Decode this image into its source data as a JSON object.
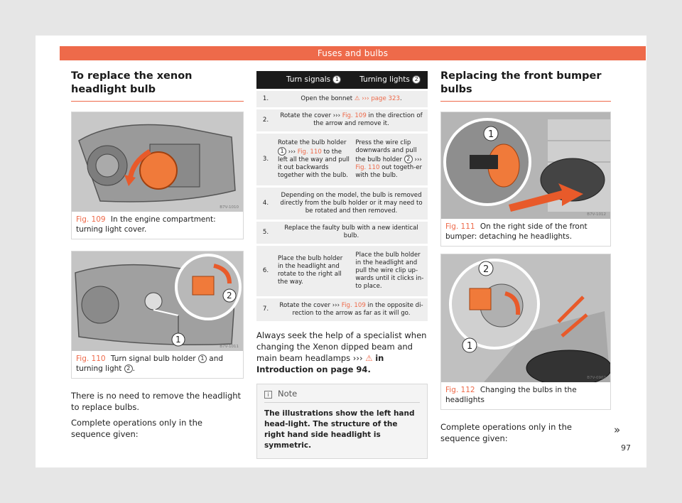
{
  "header": {
    "title": "Fuses and bulbs"
  },
  "left": {
    "heading": "To replace the xenon headlight bulb",
    "fig109": {
      "num": "Fig. 109",
      "caption": "In the engine compartment: turning light cover.",
      "code": "B7V-1010"
    },
    "fig110": {
      "num": "Fig. 110",
      "caption_a": "Turn signal bulb holder",
      "marker1": "1",
      "caption_b": "and turning light",
      "marker2": "2",
      "caption_c": ".",
      "code": "B7V-1011",
      "label1": "1",
      "label2": "2"
    },
    "para1": "There is no need to remove the headlight to replace bulbs.",
    "para2": "Complete operations only in the sequence given:"
  },
  "table": {
    "col1": "Turn signals",
    "col1_marker": "1",
    "col2": "Turning lights",
    "col2_marker": "2",
    "rows": [
      {
        "n": "1.",
        "a": "Open the bonnet ",
        "link": "››› page 323",
        "end": "."
      },
      {
        "n": "2.",
        "a": "Rotate the cover ››› ",
        "link": "Fig. 109",
        "end": " in the direction of the arrow and remove it."
      },
      {
        "n": "3.",
        "left_a": "Rotate the bulb holder ",
        "left_marker": "1",
        "left_b": " ››› ",
        "left_link": "Fig. 110",
        "left_c": " to the left all the way and pull it out backwards together with the bulb.",
        "right_a": "Press the wire clip downwards and pull the bulb holder ",
        "right_marker": "2",
        "right_b": " ››› ",
        "right_link": "Fig. 110",
        "right_c": " out togeth-er with the bulb."
      },
      {
        "n": "4.",
        "a": "Depending on the model, the bulb is removed directly from the bulb holder or it may need to be rotated and then removed."
      },
      {
        "n": "5.",
        "a": "Replace the faulty bulb with a new identical bulb."
      },
      {
        "n": "6.",
        "left": "Place the bulb holder in the headlight and rotate to the right all the way.",
        "right": "Place the bulb holder in the headlight and pull the wire clip up-wards until it clicks in-to place."
      },
      {
        "n": "7.",
        "a": "Rotate the cover ››› ",
        "link": "Fig. 109",
        "end": " in the opposite di-rection to the arrow as far as it will go."
      }
    ]
  },
  "middle": {
    "para_a": "Always seek the help of a specialist when changing the Xenon dipped beam and main beam headlamps ››› ",
    "para_link": "in Introduction on page 94",
    "para_end": ".",
    "note_title": "Note",
    "note_text": "The illustrations show the left hand head-light. The structure of the right hand side headlight is symmetric."
  },
  "right": {
    "heading": "Replacing the front bumper bulbs",
    "fig111": {
      "num": "Fig. 111",
      "caption": "On the right side of the front bumper: detaching he headlights.",
      "code": "B7V-1012",
      "label1": "1"
    },
    "fig112": {
      "num": "Fig. 112",
      "caption": "Changing the bulbs in the headlights",
      "code": "B7V-0902",
      "label1": "1",
      "label2": "2"
    },
    "para": "Complete operations only in the sequence given:",
    "cont": "»"
  },
  "page_number": "97",
  "colors": {
    "accent": "#ee6a4a",
    "table_header": "#1a1a1a",
    "row_bg": "#eeeeee"
  }
}
